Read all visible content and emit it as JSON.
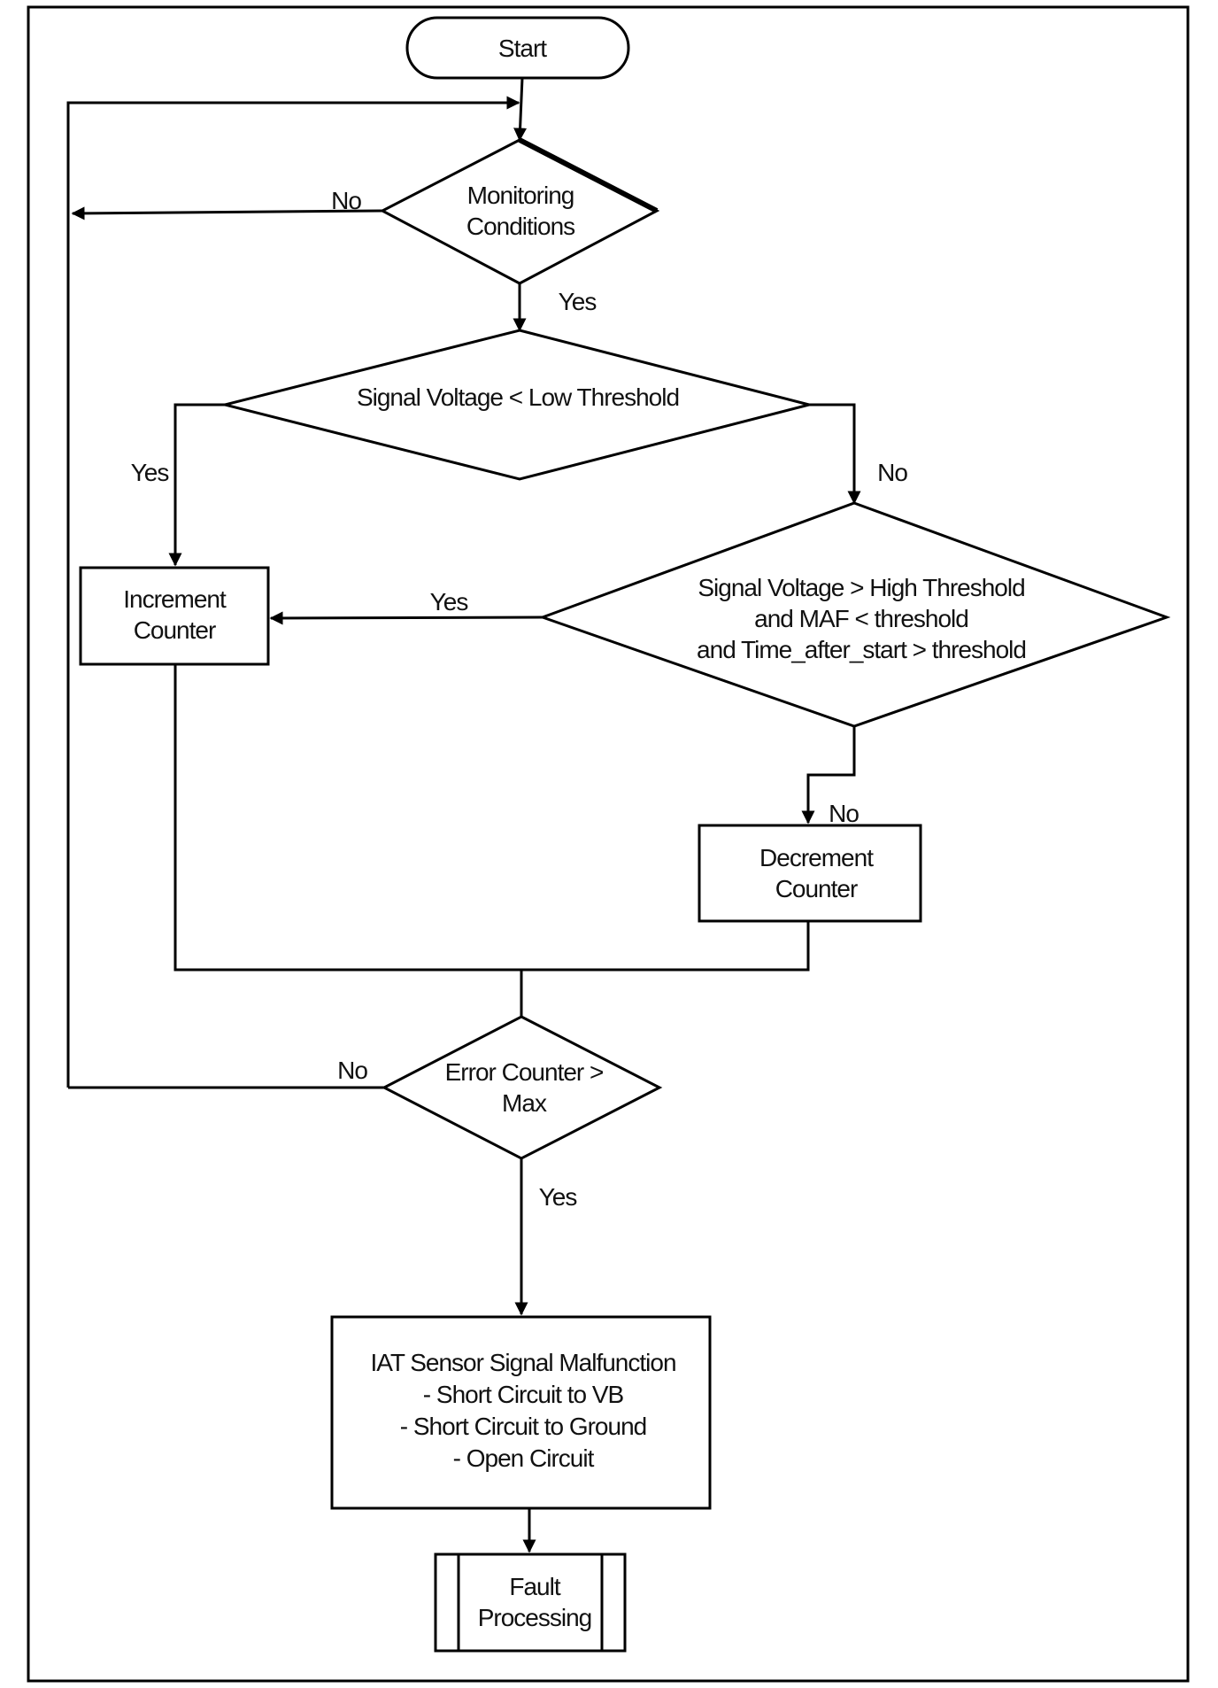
{
  "flowchart": {
    "start": "Start",
    "monitoring": [
      "Monitoring",
      "Conditions"
    ],
    "low_check": "Signal Voltage < Low Threshold",
    "high_check": [
      "Signal Voltage > High Threshold",
      "and MAF < threshold",
      "and Time_after_start > threshold"
    ],
    "increment": [
      "Increment",
      "Counter"
    ],
    "decrement": [
      "Decrement",
      "Counter"
    ],
    "error_check": [
      "Error Counter >",
      "Max"
    ],
    "malfunction": [
      "IAT Sensor Signal Malfunction",
      "- Short Circuit to VB",
      "- Short Circuit to Ground",
      "- Open Circuit"
    ],
    "fault": [
      "Fault",
      "Processing"
    ]
  },
  "edge_labels": {
    "monitoring_no": "No",
    "monitoring_yes": "Yes",
    "low_yes": "Yes",
    "low_no": "No",
    "high_yes": "Yes",
    "high_no": "No",
    "error_no": "No",
    "error_yes": "Yes"
  }
}
